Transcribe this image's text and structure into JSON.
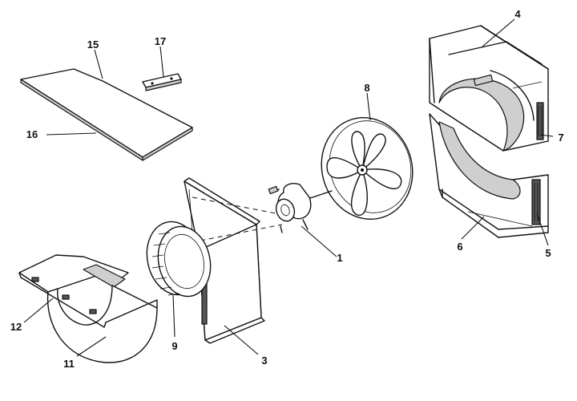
{
  "diagram": {
    "callouts": [
      {
        "id": "c1",
        "label": "1"
      },
      {
        "id": "c3",
        "label": "3"
      },
      {
        "id": "c4",
        "label": "4"
      },
      {
        "id": "c5",
        "label": "5"
      },
      {
        "id": "c6",
        "label": "6"
      },
      {
        "id": "c7",
        "label": "7"
      },
      {
        "id": "c8",
        "label": "8"
      },
      {
        "id": "c9",
        "label": "9"
      },
      {
        "id": "c11",
        "label": "11"
      },
      {
        "id": "c12",
        "label": "12"
      },
      {
        "id": "c15",
        "label": "15"
      },
      {
        "id": "c16",
        "label": "16"
      },
      {
        "id": "c17",
        "label": "17"
      }
    ]
  }
}
